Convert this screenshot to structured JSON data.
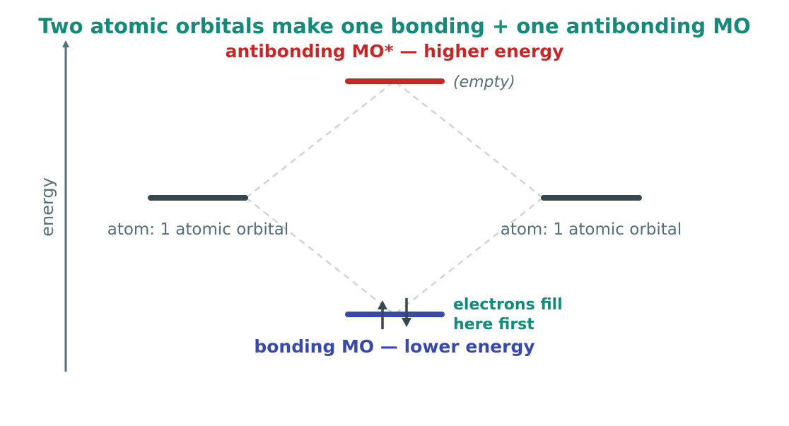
{
  "title": "Two atomic orbitals make one bonding + one antibonding MO",
  "axis_label": "energy",
  "antibonding": {
    "label": "antibonding MO*  —  higher energy",
    "note": "(empty)"
  },
  "bonding": {
    "label": "bonding MO  —  lower energy",
    "note_line1": "electrons fill",
    "note_line2": "here first"
  },
  "atom_left": {
    "label": "atom: 1 atomic orbital"
  },
  "atom_right": {
    "label": "atom: 1 atomic orbital"
  },
  "colors": {
    "title": "#138a7a",
    "antibonding": "#c62828",
    "bonding": "#3949ab",
    "atomic_level": "#37474f",
    "axis": "#546e7a",
    "connector": "#cfd4d9",
    "electron": "#37474f"
  },
  "icons": {
    "electron_up": "up-arrow-icon",
    "electron_down": "down-arrow-icon"
  }
}
